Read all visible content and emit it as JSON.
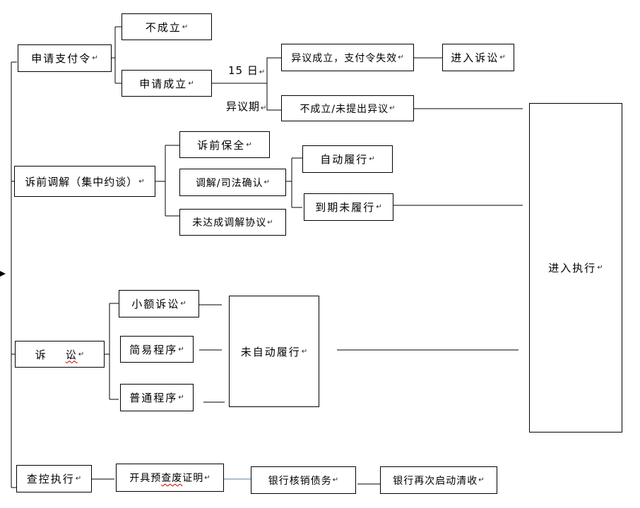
{
  "paragraph_mark": "↵",
  "nodes": {
    "apply_payment_order": "申请支付令",
    "not_established": "不成立",
    "application_established": "申请成立",
    "days_15": "15 日",
    "objection_period": "异议期",
    "objection_established": "异议成立，支付令失效",
    "enter_litigation": "进入诉讼",
    "not_established_no_objection": "不成立/未提出异议",
    "enter_execution": "进入执行",
    "pre_litigation_mediation": "诉前调解（集中约谈）",
    "pre_litigation_preservation": "诉前保全",
    "mediation_judicial_confirmation": "调解/司法确认",
    "no_mediation_agreement": "未达成调解协议",
    "auto_performance": "自动履行",
    "not_performed_on_due": "到期未履行",
    "litigation_part1": "诉",
    "litigation_part2": "讼",
    "small_claims": "小额诉讼",
    "simplified_procedure": "简易程序",
    "ordinary_procedure": "普通程序",
    "not_auto_performed": "未自动履行",
    "investigation_execution": "查控执行",
    "issue_certificate_part1": "开具预",
    "issue_certificate_part2": "查废",
    "issue_certificate_part3": "证明",
    "bank_write_off": "银行核销债务",
    "bank_restart_collection": "银行再次启动清收"
  }
}
